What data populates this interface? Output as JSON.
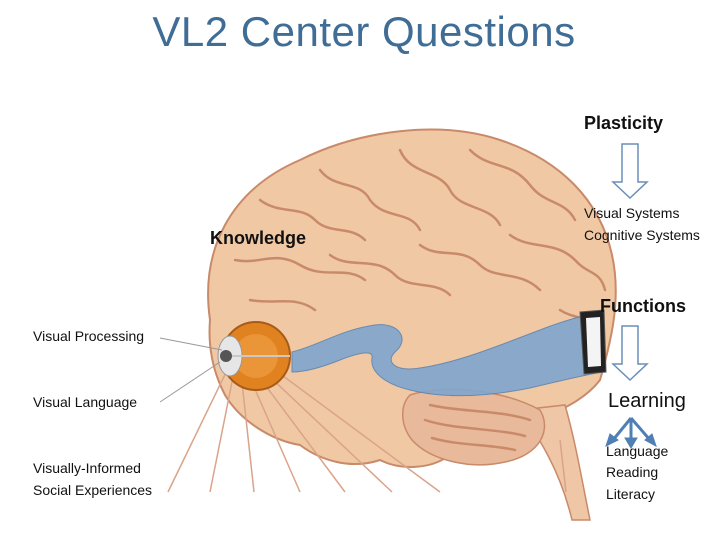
{
  "title": "VL2 Center Questions",
  "labels": {
    "knowledge": "Knowledge",
    "plasticity": "Plasticity",
    "visual_systems": "Visual Systems",
    "cognitive_systems": "Cognitive Systems",
    "functions": "Functions",
    "learning": "Learning",
    "language": "Language",
    "reading": "Reading",
    "literacy": "Literacy",
    "visual_processing": "Visual Processing",
    "visual_language": "Visual Language",
    "visually_informed": "Visually-Informed",
    "social_experiences": "Social Experiences"
  },
  "colors": {
    "title": "#3f6d96",
    "brain": "#f0c8a4",
    "brain_fold": "#c98a6a",
    "visual_pathway": "#7fa6cf",
    "eye": "#e0821f",
    "arrow_outline": "#6a8fb8",
    "arrow_blue": "#4f7fb3"
  }
}
